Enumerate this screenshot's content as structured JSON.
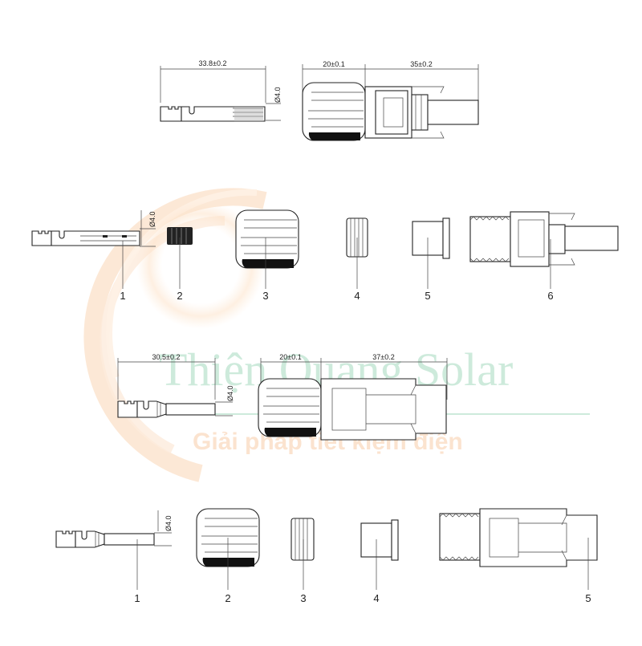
{
  "watermark": {
    "title": "Thiện Quang Solar",
    "subtitle": "Giải pháp tiết kiệm điện"
  },
  "male_connector": {
    "assembly": {
      "pin_length": "33.8±0.2",
      "pin_diameter": "Ø4.0",
      "nut_length": "20±0.1",
      "body_length": "35±0.2"
    },
    "exploded": {
      "pin_diameter": "Ø4.0",
      "labels": [
        "1",
        "2",
        "3",
        "4",
        "5",
        "6"
      ]
    }
  },
  "female_connector": {
    "assembly": {
      "pin_length": "30.5±0.2",
      "pin_diameter": "Ø4.0",
      "nut_length": "20±0.1",
      "body_length": "37±0.2"
    },
    "exploded": {
      "pin_diameter": "Ø4.0",
      "labels": [
        "1",
        "2",
        "3",
        "4",
        "5"
      ]
    }
  },
  "colors": {
    "line": "#222222",
    "watermark_green": "#cdeadb",
    "watermark_orange": "#fbe3cf"
  }
}
